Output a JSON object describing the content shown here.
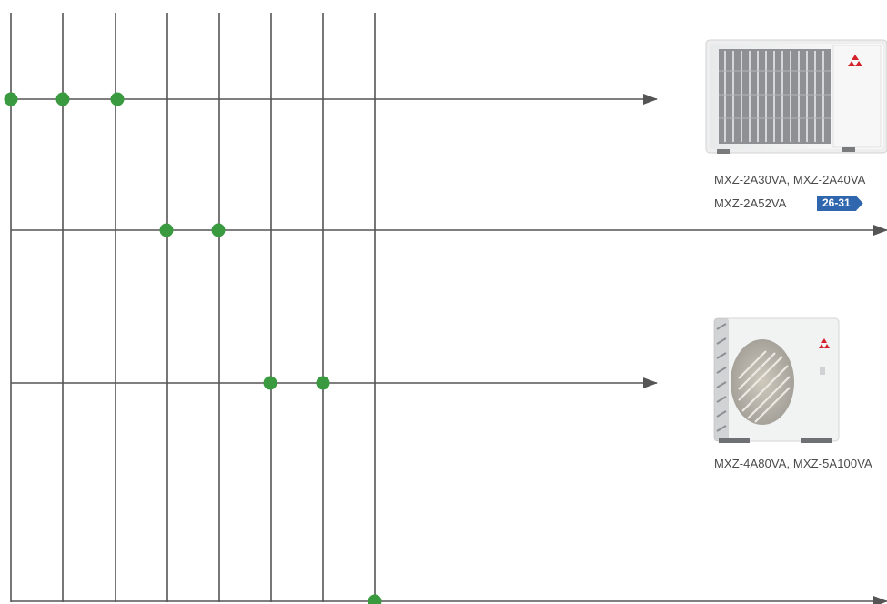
{
  "products": [
    {
      "line1": "MXZ-2A30VA, MXZ-2A40VA",
      "line2": "MXZ-2A52VA",
      "page_badge": "26-31"
    },
    {
      "line1": "MXZ-4A80VA, MXZ-5A100VA"
    }
  ],
  "colors": {
    "line": "#555555",
    "dot": "#3a9a3f",
    "badge": "#2f66ad",
    "unit_body": "#f1f2f2",
    "brand_red": "#d3202a"
  },
  "icons": [
    "outdoor-unit-icon",
    "brand-logo-icon",
    "arrow-right-icon"
  ]
}
